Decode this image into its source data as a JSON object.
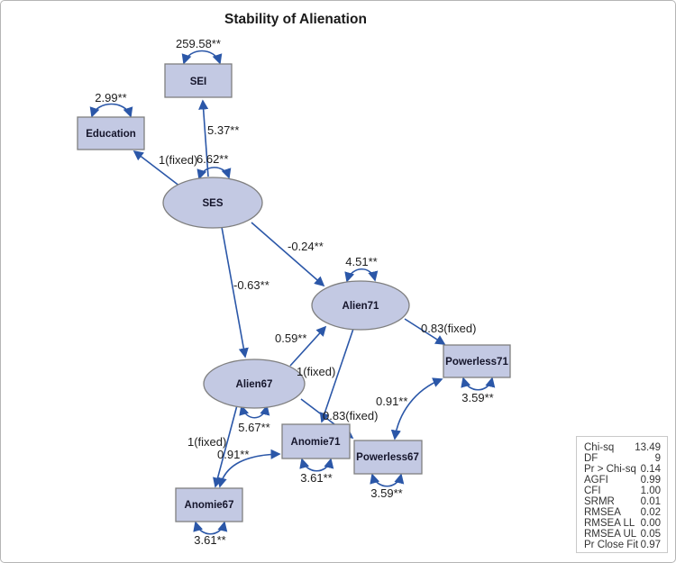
{
  "title": "Stability of Alienation",
  "colors": {
    "node_fill": "#c3c9e3",
    "node_border": "#7f7f7f",
    "node_text": "#15152b",
    "arrow": "#2b57a8"
  },
  "nodes": {
    "sei": "SEI",
    "education": "Education",
    "ses": "SES",
    "alien71": "Alien71",
    "alien67": "Alien67",
    "powerless71": "Powerless71",
    "anomie71": "Anomie71",
    "powerless67": "Powerless67",
    "anomie67": "Anomie67"
  },
  "edges": {
    "sei_variance": "259.58**",
    "education_variance": "2.99**",
    "ses_variance": "6.62**",
    "alien71_variance": "4.51**",
    "alien67_variance": "5.67**",
    "ses_to_sei": "5.37**",
    "ses_to_education": "1(fixed)",
    "ses_to_alien71": "-0.24**",
    "ses_to_alien67": "-0.63**",
    "alien67_to_alien71": "0.59**",
    "alien71_to_powerless71": "0.83(fixed)",
    "alien71_to_anomie71": "1(fixed)",
    "alien67_to_powerless67": "0.83(fixed)",
    "alien67_to_anomie67": "1(fixed)",
    "powerless71_error": "3.59**",
    "anomie71_error": "3.61**",
    "powerless67_error": "3.59**",
    "anomie67_error": "3.61**",
    "anomie_error_cov": "0.91**",
    "powerless_error_cov": "0.91**"
  },
  "fit_table": {
    "rows": [
      {
        "label": "Chi-sq",
        "value": "13.49"
      },
      {
        "label": "DF",
        "value": "9"
      },
      {
        "label": "Pr > Chi-sq",
        "value": "0.14"
      },
      {
        "label": "AGFI",
        "value": "0.99"
      },
      {
        "label": "CFI",
        "value": "1.00"
      },
      {
        "label": "SRMR",
        "value": "0.01"
      },
      {
        "label": "RMSEA",
        "value": "0.02"
      },
      {
        "label": "RMSEA LL",
        "value": "0.00"
      },
      {
        "label": "RMSEA UL",
        "value": "0.05"
      },
      {
        "label": "Pr Close Fit",
        "value": "0.97"
      }
    ]
  }
}
